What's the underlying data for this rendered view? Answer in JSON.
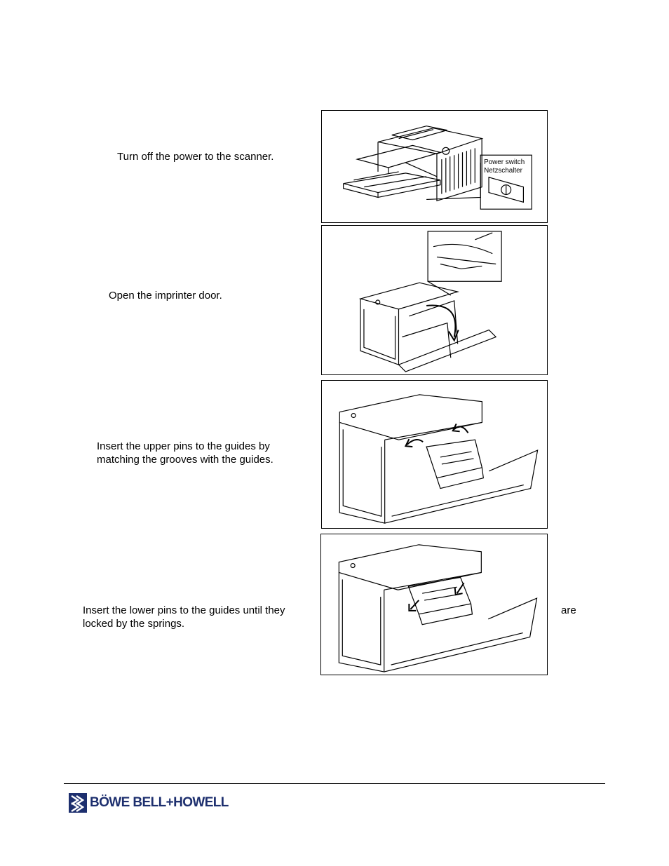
{
  "steps": [
    {
      "text": "Turn off the power to the scanner."
    },
    {
      "text": "Open the imprinter door."
    },
    {
      "text_line1": "Insert the upper pins to the guides by",
      "text_line2": "matching the grooves with the guides."
    },
    {
      "text_line1": "Insert the lower pins to the guides until they",
      "text_line2": "locked by the springs.",
      "trailing_word": "are"
    }
  ],
  "figure1": {
    "callout_line1": "Power switch",
    "callout_line2": "Netzschalter"
  },
  "footer": {
    "brand": "BÖWE BELL+HOWELL",
    "brand_color": "#1d2f6e"
  }
}
